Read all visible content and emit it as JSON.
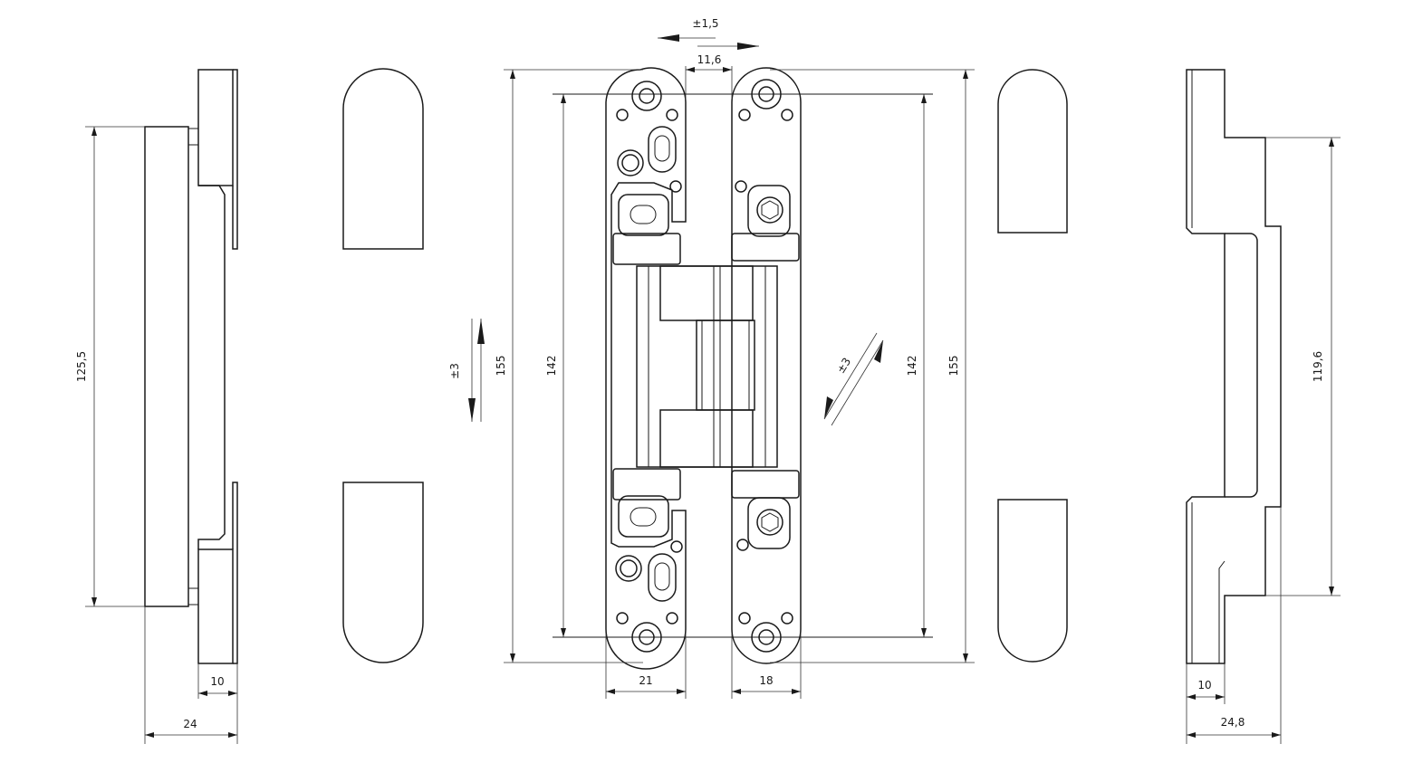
{
  "dimensions": {
    "side_left_height": "125,5",
    "side_left_depth_small": "10",
    "side_left_depth": "24",
    "adjust_horizontal": "±1,5",
    "gap": "11,6",
    "adjust_vertical": "±3",
    "overall_height_left": "155",
    "hole_spacing_left": "142",
    "width_left": "21",
    "width_right": "18",
    "adjust_depth": "±3",
    "hole_spacing_right": "142",
    "overall_height_right": "155",
    "side_right_height": "119,6",
    "side_right_depth_small": "10",
    "side_right_depth": "24,8"
  }
}
